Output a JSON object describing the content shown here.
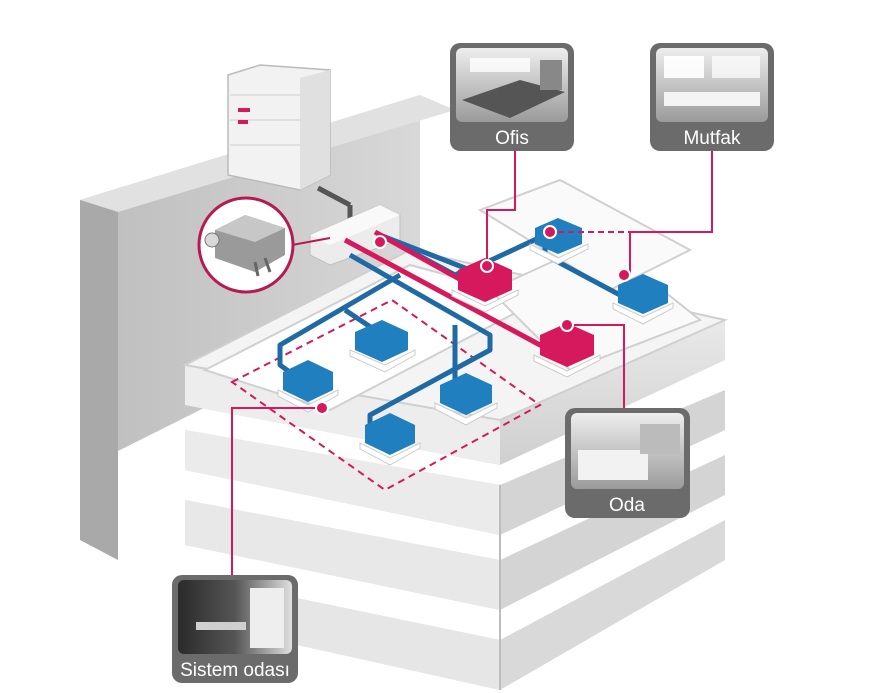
{
  "labels": {
    "office": "Ofis",
    "kitchen": "Mutfak",
    "room": "Oda",
    "system_room": "Sistem odası"
  },
  "colors": {
    "refrigerant_line": "#1f6aa5",
    "accent_line": "#d6185c",
    "indoor_unit_blue": "#1f7fbf",
    "indoor_unit_red": "#d6185c",
    "building_grey": "#c8c8c8",
    "label_box": "#6b6b6b"
  },
  "icons": {
    "outdoor_unit": "outdoor-unit-icon",
    "branch_controller": "branch-controller-icon",
    "indoor_unit": "cassette-indoor-unit-icon"
  }
}
